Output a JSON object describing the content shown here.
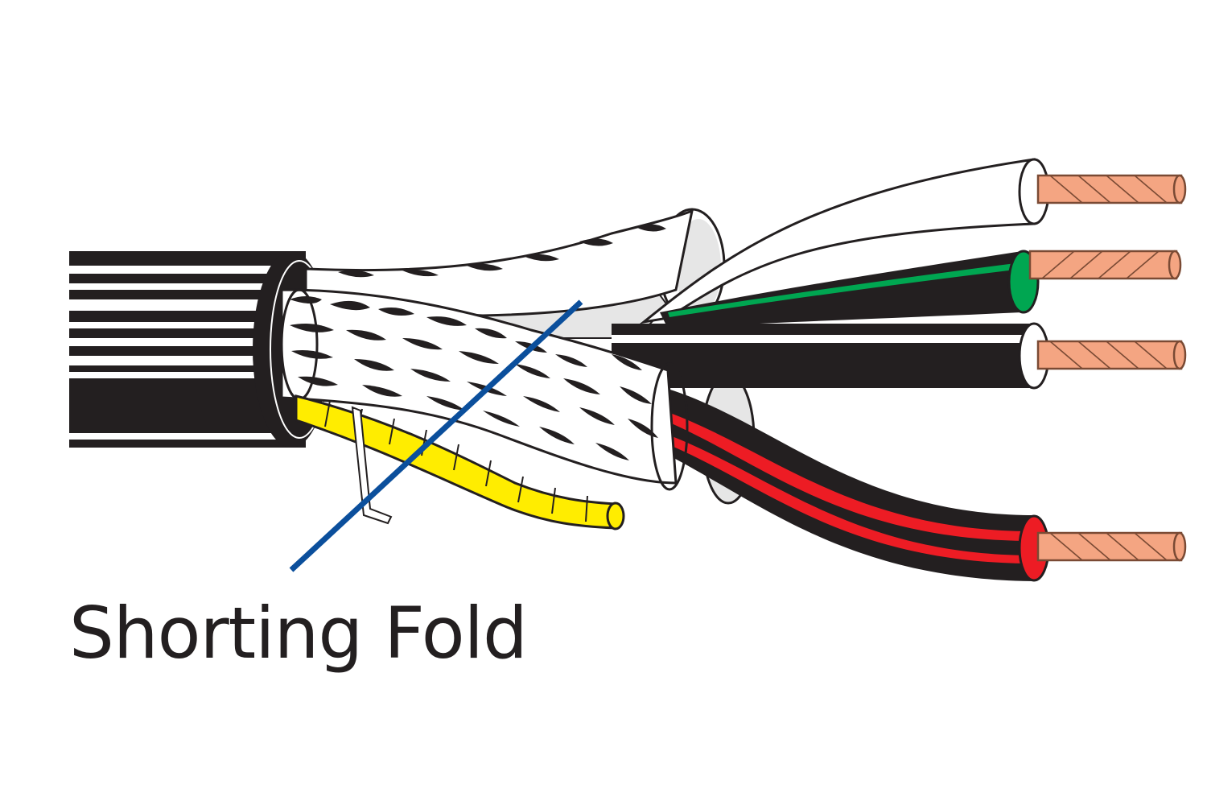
{
  "diagram": {
    "label": "Shorting Fold",
    "colors": {
      "jacket": "#231f20",
      "copper": "#f4a582",
      "copper_stroke": "#7a4a34",
      "green_stripe": "#00a651",
      "red_stripe": "#ed1c24",
      "drain_wire": "#ffed00",
      "leader_line": "#0b4f9c",
      "foil": "#e6e6e6"
    },
    "conductors": [
      {
        "insulation": "white"
      },
      {
        "insulation": "black",
        "stripe": "green"
      },
      {
        "insulation": "black"
      },
      {
        "insulation": "black",
        "stripe": "red"
      }
    ]
  }
}
